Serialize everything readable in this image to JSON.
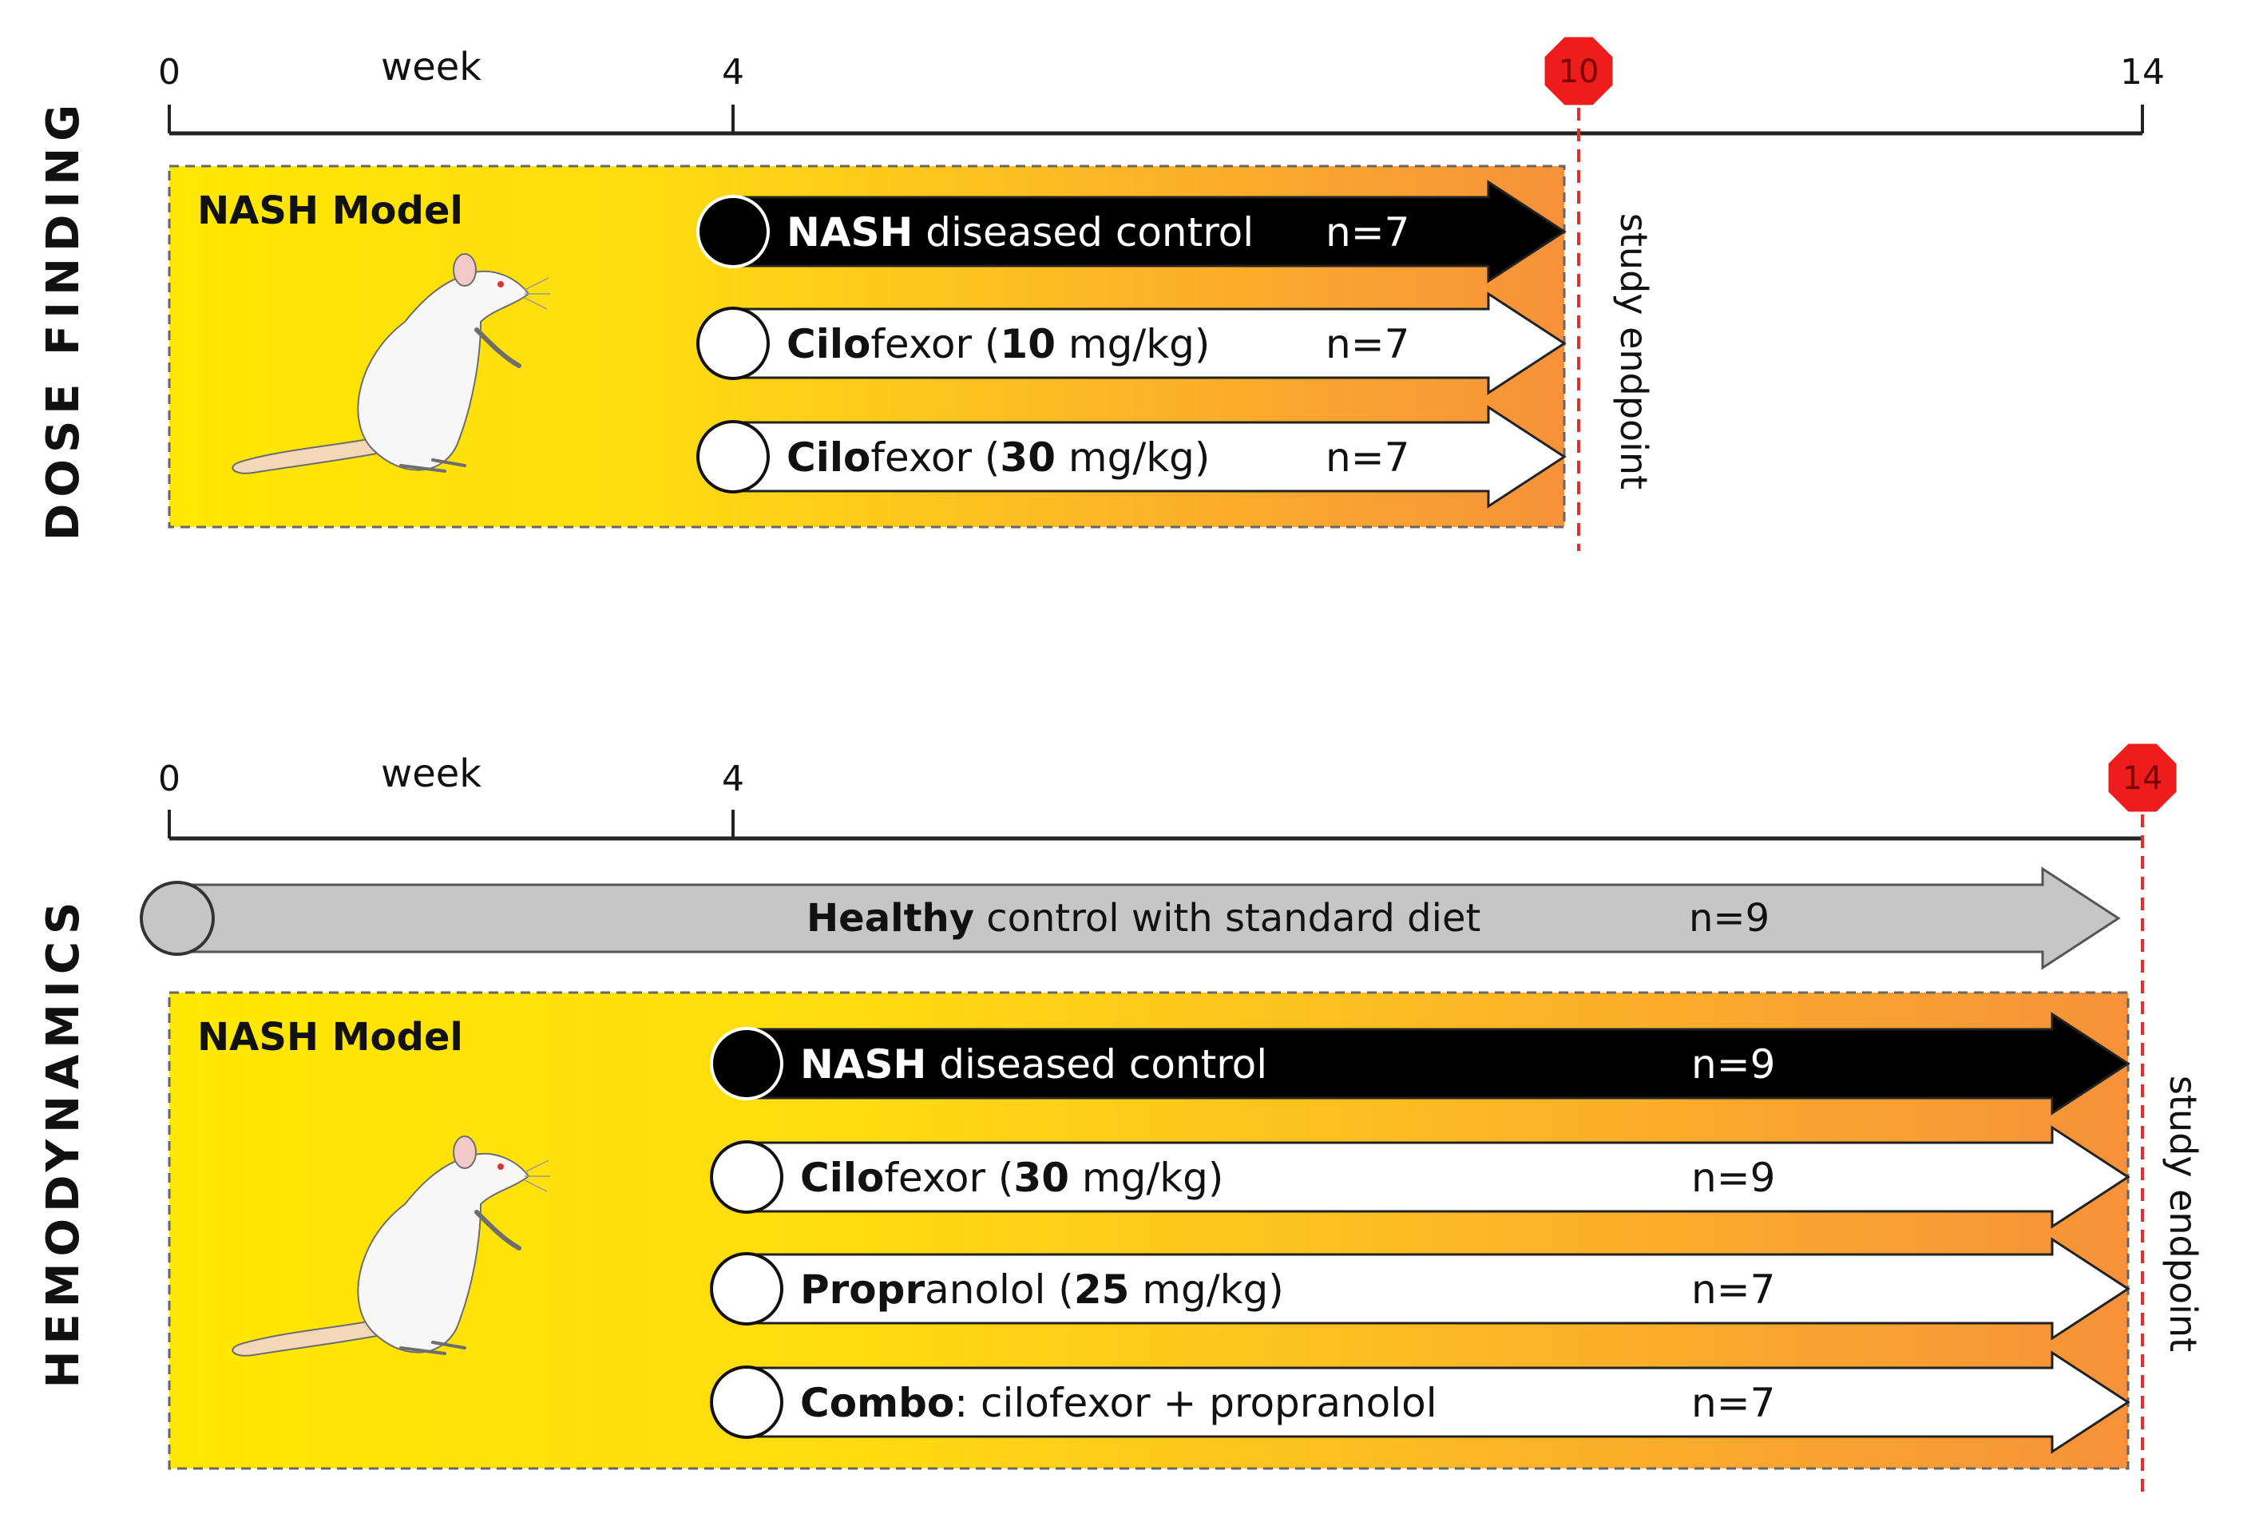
{
  "panels": [
    {
      "id": "dose",
      "section_label": "DOSE   FINDING",
      "axis": {
        "label": "week",
        "ticks": [
          {
            "label": "0",
            "week": 0
          },
          {
            "label": "4",
            "week": 4
          },
          {
            "label": "14",
            "week": 14
          }
        ],
        "endpoint_label": "10",
        "endpoint_week": 10
      },
      "model_label": "NASH Model",
      "endpoint_text": "study endpoint",
      "arms": [
        {
          "fill": "black",
          "parts": [
            {
              "t": "NASH",
              "b": true
            },
            {
              "t": " diseased control",
              "b": false
            }
          ],
          "n": "n=7"
        },
        {
          "fill": "white",
          "parts": [
            {
              "t": "Cilo",
              "b": true
            },
            {
              "t": "fexor (",
              "b": false
            },
            {
              "t": "10",
              "b": true
            },
            {
              "t": " mg/kg)",
              "b": false
            }
          ],
          "n": "n=7"
        },
        {
          "fill": "white",
          "parts": [
            {
              "t": "Cilo",
              "b": true
            },
            {
              "t": "fexor (",
              "b": false
            },
            {
              "t": "30",
              "b": true
            },
            {
              "t": " mg/kg)",
              "b": false
            }
          ],
          "n": "n=7"
        }
      ]
    },
    {
      "id": "hemo",
      "section_label": "HEMODYNAMICS",
      "axis": {
        "label": "week",
        "ticks": [
          {
            "label": "0",
            "week": 0
          },
          {
            "label": "4",
            "week": 4
          }
        ],
        "endpoint_label": "14",
        "endpoint_week": 14
      },
      "healthy": {
        "parts": [
          {
            "t": "Healthy",
            "b": true
          },
          {
            "t": " control with standard diet",
            "b": false
          }
        ],
        "n": "n=9"
      },
      "model_label": "NASH Model",
      "endpoint_text": "study endpoint",
      "arms": [
        {
          "fill": "black",
          "parts": [
            {
              "t": "NASH",
              "b": true
            },
            {
              "t": " diseased control",
              "b": false
            }
          ],
          "n": "n=9"
        },
        {
          "fill": "white",
          "parts": [
            {
              "t": "Cilo",
              "b": true
            },
            {
              "t": "fexor (",
              "b": false
            },
            {
              "t": "30",
              "b": true
            },
            {
              "t": " mg/kg)",
              "b": false
            }
          ],
          "n": "n=9"
        },
        {
          "fill": "white",
          "parts": [
            {
              "t": "Propr",
              "b": true
            },
            {
              "t": "anolol (",
              "b": false
            },
            {
              "t": "25",
              "b": true
            },
            {
              "t": " mg/kg)",
              "b": false
            }
          ],
          "n": "n=7"
        },
        {
          "fill": "white",
          "parts": [
            {
              "t": "Combo",
              "b": true
            },
            {
              "t": ": cilofexor + propranolol",
              "b": false
            }
          ],
          "n": "n=7"
        }
      ]
    }
  ],
  "colors": {
    "gradient_start": "#ffe800",
    "gradient_end": "#f7913a",
    "endpoint_line": "#e0302b",
    "stop_sign": "#ee1c1c",
    "healthy_arrow": "#c6c6c6"
  }
}
